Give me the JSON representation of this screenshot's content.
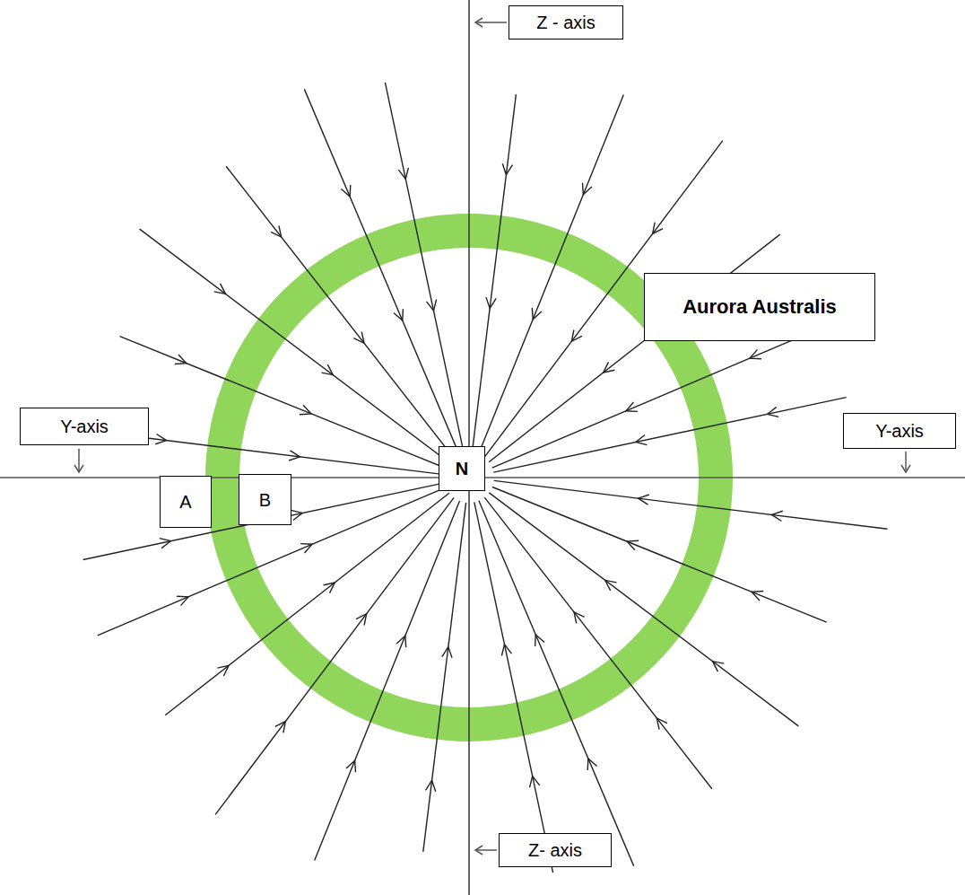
{
  "diagram": {
    "nodes": [
      {
        "text": [
          "Z - axis"
        ]
      },
      {
        "text": [
          "Aurora Australis"
        ]
      },
      {
        "text": [
          "Y-axis"
        ]
      },
      {
        "text": [
          "Y-axis"
        ]
      },
      {
        "text": [
          "N"
        ]
      },
      {
        "text": [
          "A"
        ]
      },
      {
        "text": [
          "B"
        ]
      },
      {
        "text": [
          "Z- axis"
        ]
      }
    ]
  }
}
